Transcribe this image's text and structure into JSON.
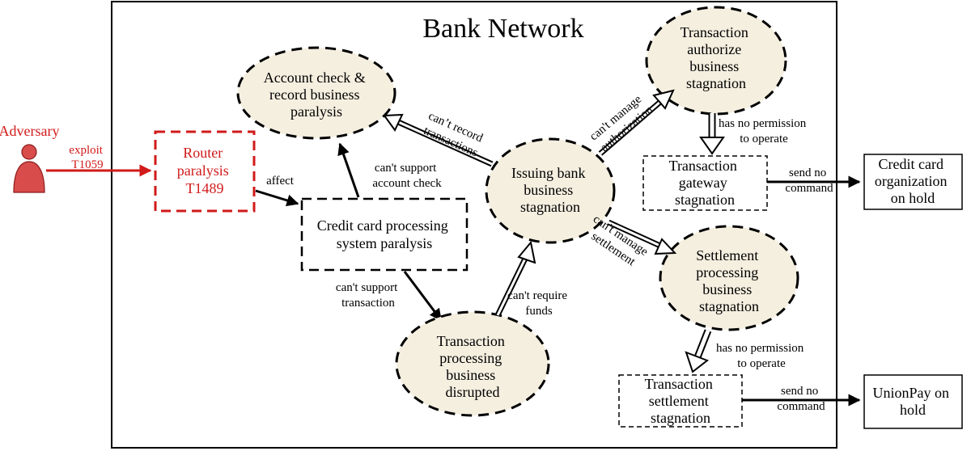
{
  "title": "Bank Network",
  "actor": {
    "label": "Adversary"
  },
  "nodes": {
    "router": [
      "Router",
      "paralysis",
      "T1489"
    ],
    "credit_card_system": [
      "Credit card processing",
      "system paralysis"
    ],
    "account_check": [
      "Account check &",
      "record business",
      "paralysis"
    ],
    "issuing_bank": [
      "Issuing bank",
      "business",
      "stagnation"
    ],
    "transaction_processing": [
      "Transaction",
      "processing",
      "business",
      "disrupted"
    ],
    "transaction_authorize": [
      "Transaction",
      "authorize",
      "business",
      "stagnation"
    ],
    "transaction_gateway": [
      "Transaction",
      "gateway",
      "stagnation"
    ],
    "settlement_processing": [
      "Settlement",
      "processing",
      "business",
      "stagnation"
    ],
    "transaction_settlement": [
      "Transaction",
      "settlement",
      "stagnation"
    ],
    "credit_card_org": [
      "Credit card",
      "organization",
      "on hold"
    ],
    "unionpay": [
      "UnionPay on",
      "hold"
    ]
  },
  "edge_labels": {
    "exploit": [
      "exploit",
      "T1059"
    ],
    "affect": [
      "affect"
    ],
    "cant_support_account_check": [
      "can't support",
      "account check"
    ],
    "cant_support_transaction": [
      "can't support",
      "transaction"
    ],
    "cant_record_transactions": [
      "can’t record",
      "transactions"
    ],
    "cant_require_funds": [
      "can't require",
      "funds"
    ],
    "cant_manage_authorization": [
      "can't manage",
      "authorization"
    ],
    "cant_manage_settlement": [
      "can't manage",
      "settlement"
    ],
    "no_permission_1": [
      "has no permission",
      "to operate"
    ],
    "no_permission_2": [
      "has no permission",
      "to operate"
    ],
    "send_no_command_1": [
      "send no",
      "command"
    ],
    "send_no_command_2": [
      "send no",
      "command"
    ]
  },
  "colors": {
    "ellipse_fill": "#f5efe0",
    "attack_red": "#d11a1a",
    "stroke": "#000000"
  }
}
